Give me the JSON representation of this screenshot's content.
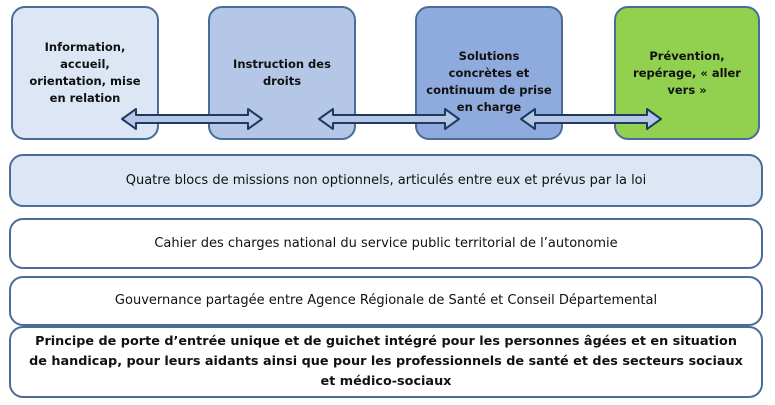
{
  "missions": [
    {
      "label": "Information, accueil, orientation, mise en relation"
    },
    {
      "label": "Instruction des droits"
    },
    {
      "label": "Solutions concrètes et continuum de prise en charge"
    },
    {
      "label": "Prévention, repérage, « aller vers »"
    }
  ],
  "bands": [
    {
      "text": "Quatre blocs de missions non optionnels, articulés entre eux et prévus par la loi"
    },
    {
      "text": "Cahier des charges national du service public territorial de l’autonomie"
    },
    {
      "text": "Gouvernance partagée entre Agence Régionale de Santé et Conseil Départemental"
    },
    {
      "text": "Principe de porte d’entrée unique et de guichet intégré pour les personnes âgées et en situation de handicap, pour leurs aidants ainsi que pour les professionnels de santé et des secteurs sociaux et médico-sociaux"
    }
  ],
  "colors": {
    "border": "#4a6d96",
    "mission1": "#dce6f4",
    "mission2": "#b4c7e7",
    "mission3": "#8faadc",
    "mission4": "#92d050",
    "arrow_fill": "#b4c7e7"
  }
}
